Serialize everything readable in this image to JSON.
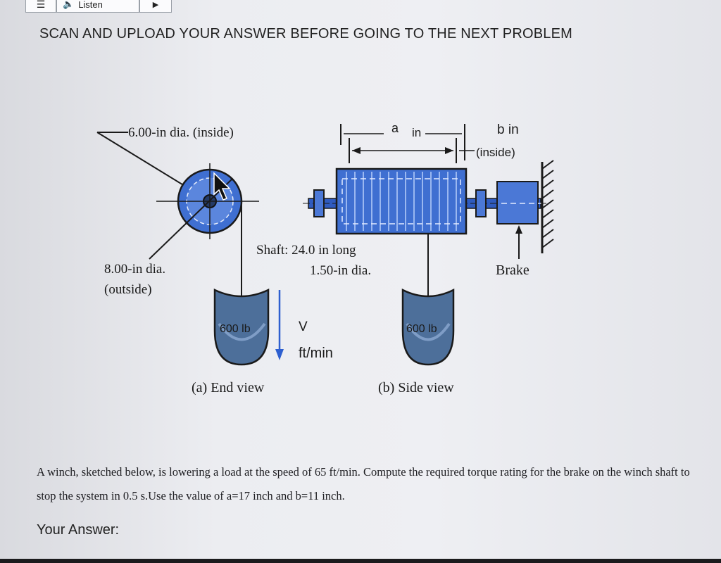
{
  "toolbar": {
    "listen_label": "Listen"
  },
  "instruction": "SCAN AND UPLOAD YOUR ANSWER BEFORE GOING TO THE NEXT PROBLEM",
  "figure": {
    "end_view": {
      "inside_dia_label": "6.00-in dia. (inside)",
      "outside_dia_label_1": "8.00-in dia.",
      "outside_dia_label_2": "(outside)",
      "load_label": "600 lb",
      "caption": "(a) End view"
    },
    "velocity": {
      "symbol": "V",
      "unit": "ft/min"
    },
    "side_view": {
      "dim_a": "a",
      "dim_a_unit": "in",
      "dim_b": "b in",
      "dim_b_note": "(inside)",
      "shaft_label_1": "Shaft: 24.0 in long",
      "shaft_label_2": "1.50-in dia.",
      "brake_label": "Brake",
      "load_label": "600 lb",
      "caption": "(b) Side view"
    },
    "colors": {
      "drum": "#3f6fd1",
      "load": "#4d6f9a",
      "line": "#1a1a1a"
    }
  },
  "problem": {
    "text": "A winch, sketched below, is lowering a load at the speed of 65 ft/min. Compute the required torque rating for the brake on the winch shaft to stop the system in 0.5 s.Use the value of a=17 inch and b=11 inch."
  },
  "answer": {
    "label": "Your Answer:"
  }
}
